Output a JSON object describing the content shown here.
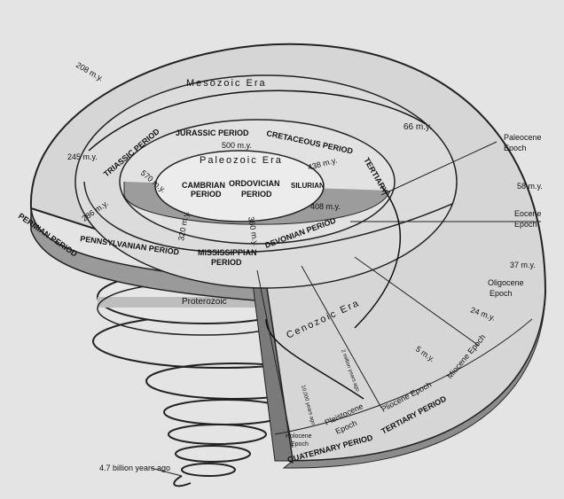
{
  "eras": {
    "mesozoic": "Mesozoic Era",
    "paleozoic": "Paleozoic Era",
    "cenozoic": "Cenozoic Era",
    "proterozoic": "Proterozoic"
  },
  "periods": {
    "triassic": "TRIASSIC PERIOD",
    "jurassic": "JURASSIC PERIOD",
    "cretaceous": "CRETACEOUS PERIOD",
    "tertiary_band": "TERTIARY",
    "cambrian": "CAMBRIAN",
    "cambrian2": "PERIOD",
    "ordovician": "ORDOVICIAN",
    "ordovician2": "PERIOD",
    "silurian": "SILURIAN",
    "devonian": "DEVONIAN PERIOD",
    "permian": "PERMIAN PERIOD",
    "pennsylvanian": "PENNSYLVANIAN PERIOD",
    "mississippian": "MISSISSIPPIAN",
    "mississippian2": "PERIOD",
    "quaternary": "QUATERNARY PERIOD",
    "tertiary": "TERTIARY PERIOD"
  },
  "epochs": {
    "paleocene": "Paleocene",
    "eocene": "Eocene",
    "oligocene": "Oligocene",
    "miocene": "Miocene Epoch",
    "pliocene": "Pliocene Epoch",
    "pleistocene": "Pleistocene",
    "holocene": "Holocene",
    "epoch": "Epoch"
  },
  "ages": {
    "m208": "208 m.y.",
    "m245": "245 m.y.",
    "m286": "286 m.y.",
    "m320": "320 m.y.",
    "m360": "360 m.y.",
    "m408": "408 m.y.",
    "m438": "438 m.y.",
    "m500": "500 m.y.",
    "m570": "570 m.y.",
    "m66": "66 m.y.",
    "m58": "58 m.y.",
    "m37": "37 m.y.",
    "m24": "24 m.y.",
    "m5": "5 m.y.",
    "m2": "2 million years ago",
    "y10000": "10,000 years ago",
    "origin": "4.7 billion years ago"
  }
}
